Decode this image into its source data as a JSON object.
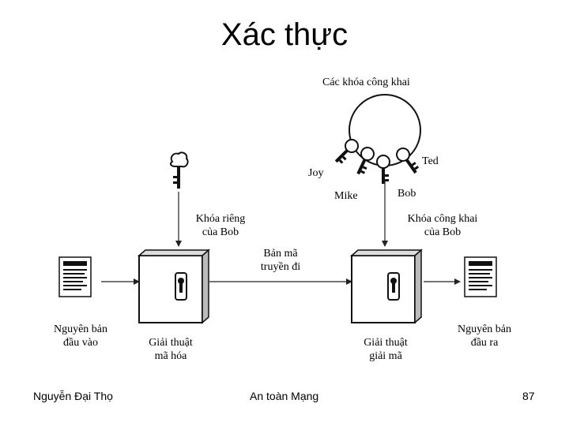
{
  "title": "Xác thực",
  "labels": {
    "public_keys": "Các khóa công khai",
    "joy": "Joy",
    "ted": "Ted",
    "mike": "Mike",
    "bob": "Bob",
    "private_key_line1": "Khóa riêng",
    "private_key_line2": "của Bob",
    "public_key_bob_line1": "Khóa công khai",
    "public_key_bob_line2": "của Bob",
    "ciphertext_line1": "Bản mã",
    "ciphertext_line2": "truyền đi",
    "input_line1": "Nguyên bản",
    "input_line2": "đầu vào",
    "encrypt_line1": "Giải thuật",
    "encrypt_line2": "mã hóa",
    "decrypt_line1": "Giải thuật",
    "decrypt_line2": "giải mã",
    "output_line1": "Nguyên bản",
    "output_line2": "đầu ra"
  },
  "footer": {
    "author": "Nguyễn Đại Thọ",
    "course": "An toàn Mạng",
    "page": "87"
  }
}
